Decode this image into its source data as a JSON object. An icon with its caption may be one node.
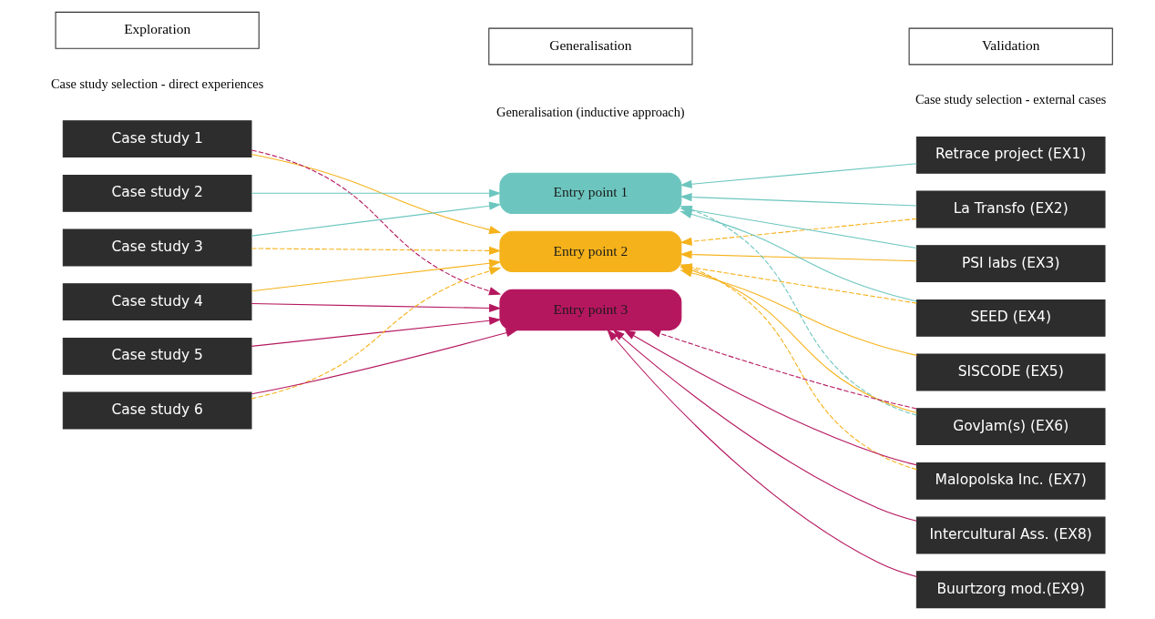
{
  "diagram": {
    "nodes": [
      {
        "text": [
          "Exploration"
        ]
      },
      {
        "text": [
          "Generalisation"
        ]
      },
      {
        "text": [
          "Validation"
        ]
      },
      {
        "text": [
          "Case study 1"
        ]
      },
      {
        "text": [
          "Case study 2"
        ]
      },
      {
        "text": [
          "Case study 3"
        ]
      },
      {
        "text": [
          "Case study 4"
        ]
      },
      {
        "text": [
          "Case study 5"
        ]
      },
      {
        "text": [
          "Case study 6"
        ]
      },
      {
        "text": [
          "Entry point 1"
        ]
      },
      {
        "text": [
          "Entry point 2"
        ]
      },
      {
        "text": [
          "Entry point 3"
        ]
      },
      {
        "text": [
          "Retrace project (EX1)"
        ]
      },
      {
        "text": [
          "La Transfo (EX2)"
        ]
      },
      {
        "text": [
          "PSI labs (EX3)"
        ]
      },
      {
        "text": [
          "SEED (EX4)"
        ]
      },
      {
        "text": [
          "SISCODE (EX5)"
        ]
      },
      {
        "text": [
          "GovJam(s) (EX6)"
        ]
      },
      {
        "text": [
          "Malopolska Inc. (EX7)"
        ]
      },
      {
        "text": [
          "Intercultural Ass. (EX8)"
        ]
      },
      {
        "text": [
          "Buurtzorg mod.(EX9)"
        ]
      }
    ],
    "edges": [
      {
        "from": 3,
        "to": 10,
        "arrow": "to",
        "color": "#f5b21b"
      },
      {
        "from": 3,
        "to": 11,
        "arrow": "to",
        "style": "dashed",
        "color": "#b5175f"
      },
      {
        "from": 4,
        "to": 9,
        "arrow": "to",
        "color": "#6cc6bf"
      },
      {
        "from": 5,
        "to": 9,
        "arrow": "to",
        "color": "#6cc6bf"
      },
      {
        "from": 5,
        "to": 10,
        "arrow": "to",
        "style": "dashed",
        "color": "#f5b21b"
      },
      {
        "from": 6,
        "to": 10,
        "arrow": "to",
        "color": "#f5b21b"
      },
      {
        "from": 6,
        "to": 11,
        "arrow": "to",
        "color": "#b5175f"
      },
      {
        "from": 7,
        "to": 11,
        "arrow": "to",
        "color": "#b5175f"
      },
      {
        "from": 8,
        "to": 10,
        "arrow": "to",
        "style": "dashed",
        "color": "#f5b21b"
      },
      {
        "from": 8,
        "to": 11,
        "arrow": "to",
        "color": "#b5175f"
      },
      {
        "from": 12,
        "to": 9,
        "arrow": "to",
        "color": "#6cc6bf"
      },
      {
        "from": 13,
        "to": 9,
        "arrow": "to",
        "color": "#6cc6bf"
      },
      {
        "from": 13,
        "to": 10,
        "arrow": "to",
        "style": "dashed",
        "color": "#f5b21b"
      },
      {
        "from": 14,
        "to": 9,
        "arrow": "to",
        "color": "#6cc6bf"
      },
      {
        "from": 14,
        "to": 10,
        "arrow": "to",
        "color": "#f5b21b"
      },
      {
        "from": 15,
        "to": 9,
        "arrow": "to",
        "color": "#6cc6bf"
      },
      {
        "from": 15,
        "to": 10,
        "arrow": "to",
        "style": "dashed",
        "color": "#f5b21b"
      },
      {
        "from": 16,
        "to": 10,
        "arrow": "to",
        "color": "#f5b21b"
      },
      {
        "from": 17,
        "to": 9,
        "arrow": "to",
        "style": "dashed",
        "color": "#6cc6bf"
      },
      {
        "from": 17,
        "to": 10,
        "arrow": "to",
        "color": "#f5b21b"
      },
      {
        "from": 17,
        "to": 11,
        "arrow": "to",
        "style": "dashed",
        "color": "#b5175f"
      },
      {
        "from": 18,
        "to": 10,
        "arrow": "to",
        "style": "dashed",
        "color": "#f5b21b"
      },
      {
        "from": 18,
        "to": 11,
        "arrow": "to",
        "color": "#b5175f"
      },
      {
        "from": 19,
        "to": 11,
        "arrow": "to",
        "color": "#b5175f"
      },
      {
        "from": 20,
        "to": 11,
        "arrow": "to",
        "color": "#b5175f"
      }
    ],
    "labels": [
      "Case study selection - direct experiences",
      "Generalisation (inductive approach)",
      "Case study selection - external cases"
    ]
  }
}
